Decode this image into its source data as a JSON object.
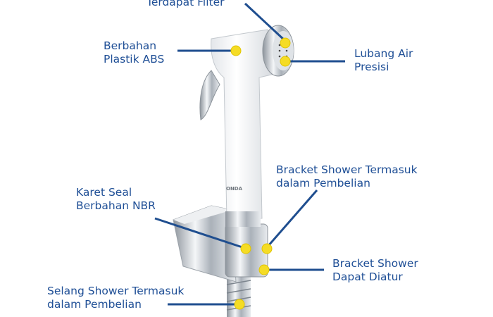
{
  "brand_mark": "ONDA",
  "colors": {
    "label_text": "#1f4f96",
    "leader_line": "#1f4e8f",
    "marker_dot": "#f5dc25"
  },
  "callouts": [
    {
      "id": "filter",
      "lines": [
        "Terdapat Filter"
      ]
    },
    {
      "id": "material",
      "lines": [
        "Berbahan",
        "Plastik ABS"
      ]
    },
    {
      "id": "nozzle",
      "lines": [
        "Lubang Air",
        "Presisi"
      ]
    },
    {
      "id": "bracket-included",
      "lines": [
        "Bracket Shower Termasuk",
        "dalam Pembelian"
      ]
    },
    {
      "id": "seal",
      "lines": [
        "Karet Seal",
        "Berbahan NBR"
      ]
    },
    {
      "id": "bracket-adjustable",
      "lines": [
        "Bracket Shower",
        "Dapat Diatur"
      ]
    },
    {
      "id": "hose",
      "lines": [
        "Selang Shower Termasuk",
        "dalam Pembelian"
      ]
    }
  ]
}
